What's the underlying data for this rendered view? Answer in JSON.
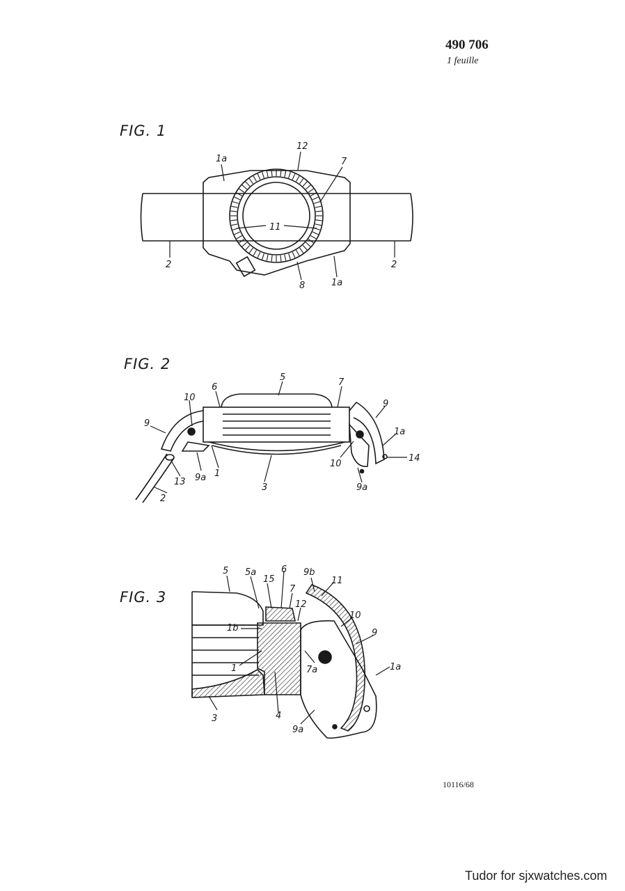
{
  "header": {
    "patent_number": "490 706",
    "sheet_count": "1 feuille"
  },
  "figures": [
    {
      "label": "FIG. 1",
      "callouts": [
        "1a",
        "12",
        "7",
        "11",
        "2",
        "2",
        "8",
        "1a"
      ]
    },
    {
      "label": "FIG. 2",
      "callouts": [
        "5",
        "6",
        "7",
        "9",
        "10",
        "9",
        "1a",
        "1",
        "9a",
        "13",
        "3",
        "10",
        "14",
        "9a",
        "2"
      ]
    },
    {
      "label": "FIG. 3",
      "callouts": [
        "5",
        "5a",
        "15",
        "6",
        "9b",
        "11",
        "7",
        "12",
        "10",
        "9",
        "1b",
        "1",
        "7a",
        "1a",
        "3",
        "4",
        "9a"
      ]
    }
  ],
  "footer": {
    "reference_code": "10116/68",
    "credit": "Tudor for sjxwatches.com"
  }
}
